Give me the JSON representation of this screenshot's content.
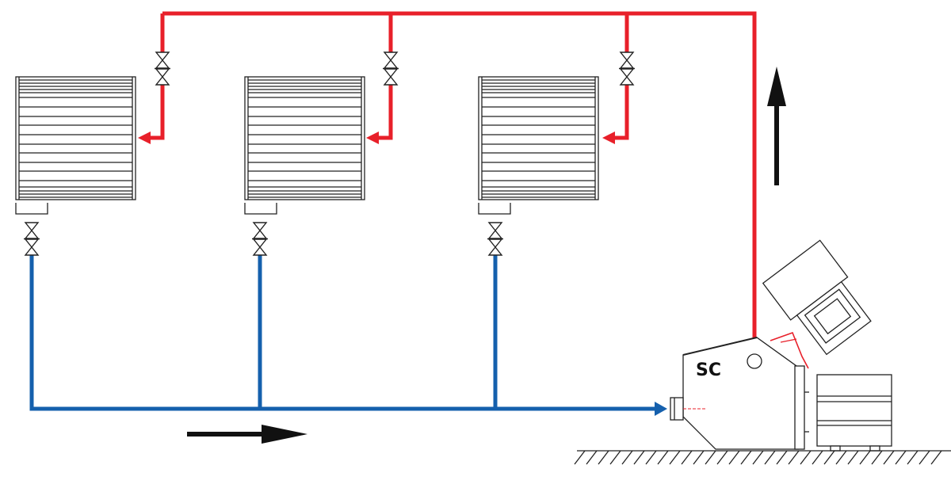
{
  "diagram": {
    "boiler_label": "SC",
    "colors": {
      "supply_pipe": "#e8202a",
      "return_pipe": "#1560ad",
      "outline": "#222222",
      "arrow": "#111111",
      "background": "#ffffff"
    },
    "components": {
      "radiators": [
        "radiator",
        "radiator",
        "radiator"
      ],
      "valve_icon": "gate-valve-icon",
      "flow_arrow_icon": "flow-direction-arrow-icon"
    }
  }
}
